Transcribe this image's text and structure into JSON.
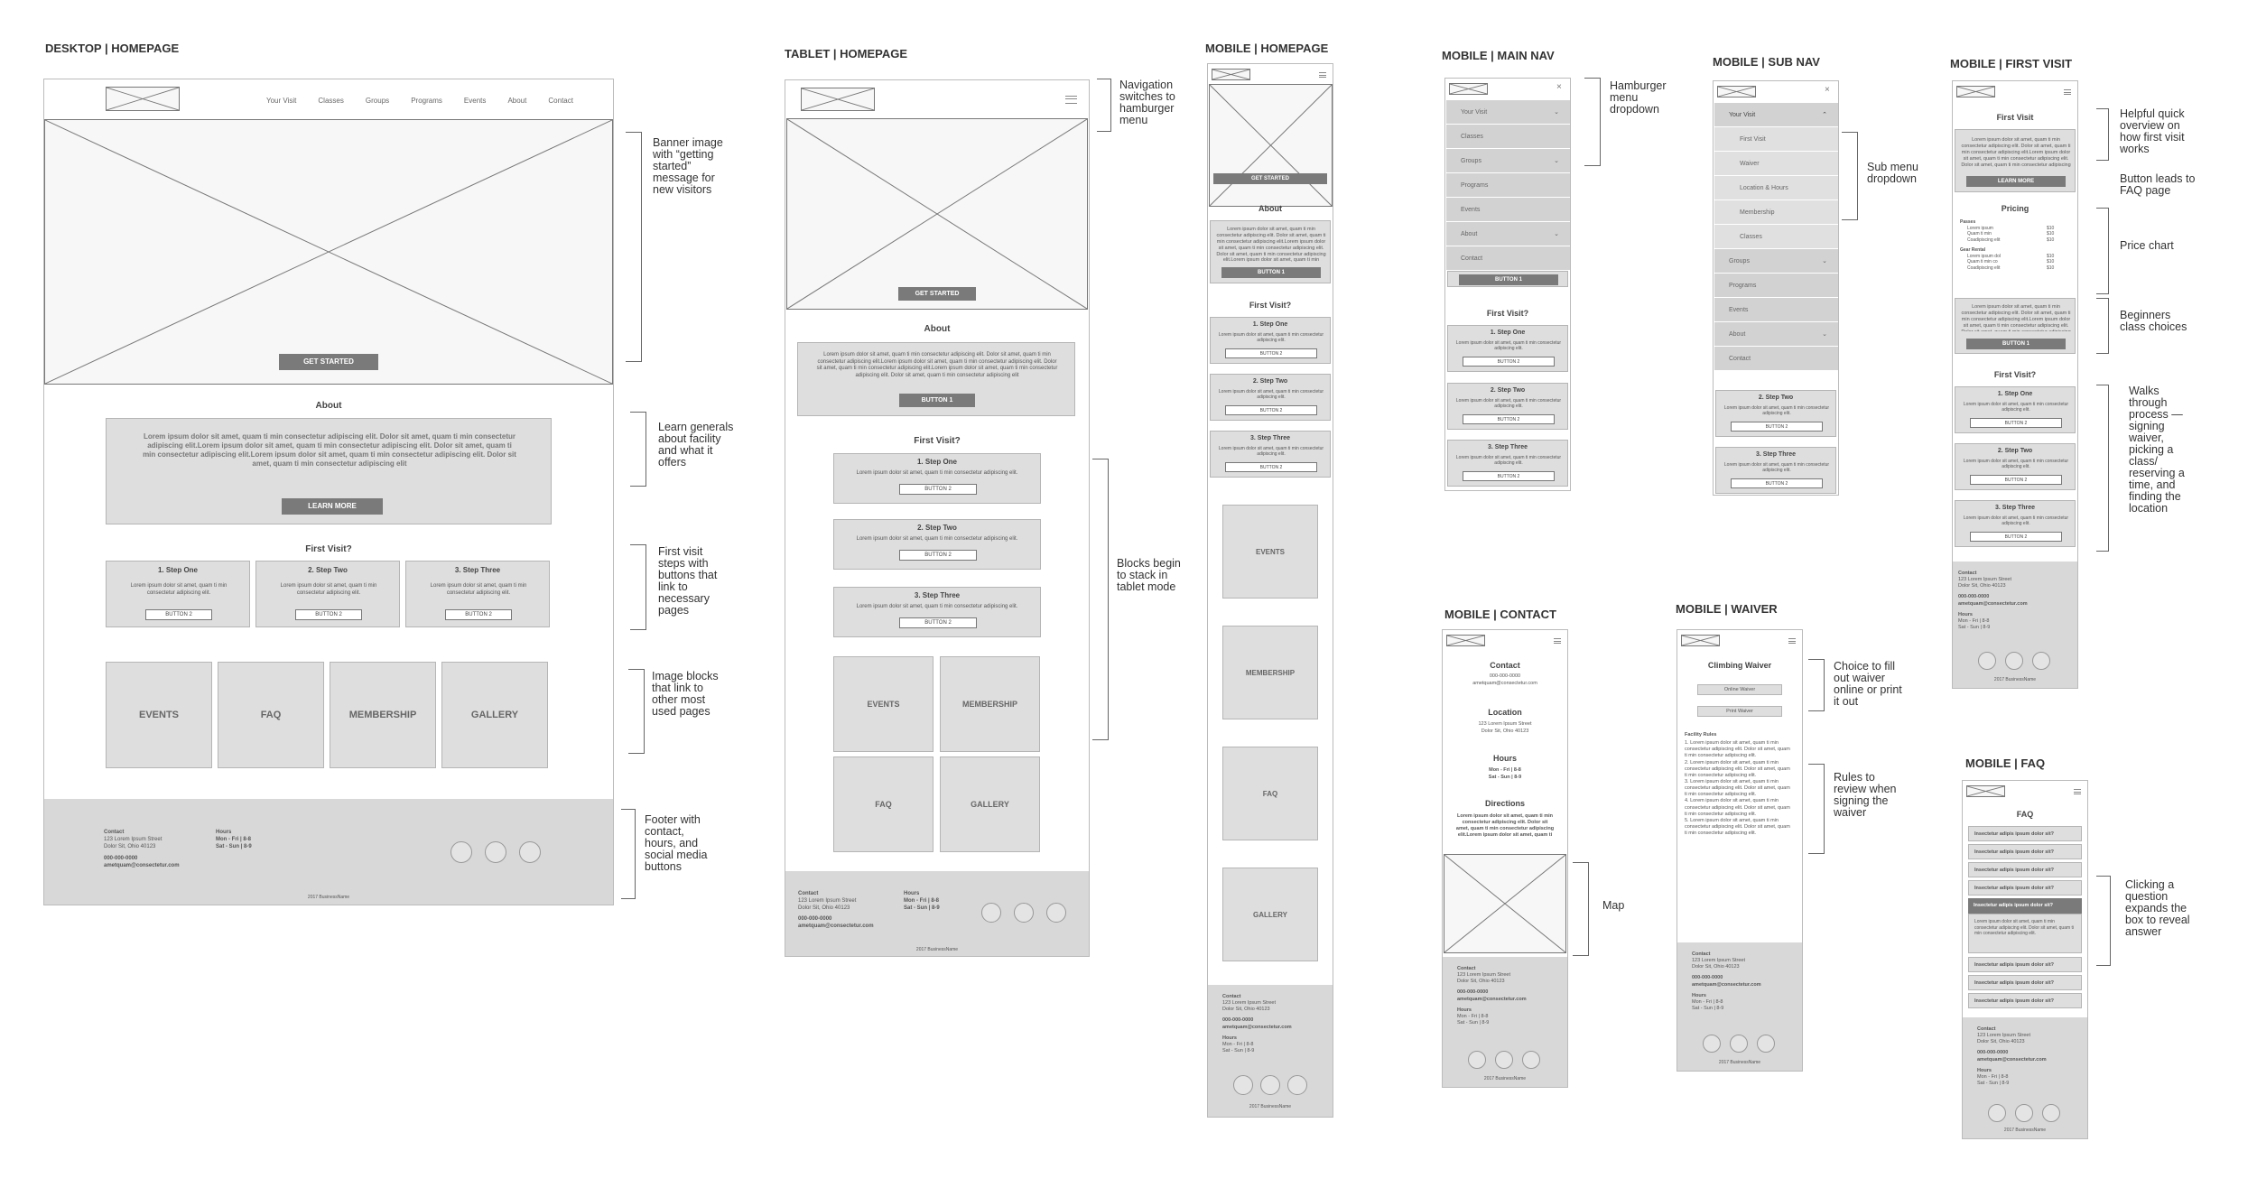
{
  "titles": {
    "desktop": "DESKTOP | HOMEPAGE",
    "tablet": "TABLET | HOMEPAGE",
    "mobile_home": "MOBILE | HOMEPAGE",
    "mobile_main_nav": "MOBILE | MAIN NAV",
    "mobile_sub_nav": "MOBILE | SUB NAV",
    "mobile_first_visit": "MOBILE | FIRST VISIT",
    "mobile_contact": "MOBILE | CONTACT",
    "mobile_waiver": "MOBILE | WAIVER",
    "mobile_faq": "MOBILE | FAQ"
  },
  "notes": {
    "banner": "Banner image with “getting started” message for new visitors",
    "about": "Learn generals about facility and what it offers",
    "first_visit": "First visit steps with buttons that link to necessary pages",
    "image_blocks": "Image blocks that link to other most used pages",
    "footer": "Footer with contact, hours, and social media buttons",
    "nav_switch": "Navigation switches to hamburger menu",
    "stack": "Blocks begin to stack in tablet mode",
    "hamburger": "Hamburger menu dropdown",
    "submenu": "Sub menu dropdown",
    "quick_overview": "Helpful quick overview on how first visit works",
    "faq_button": "Button leads to FAQ page",
    "price_chart": "Price chart",
    "beginners": "Beginners class choices",
    "walks": "Walks through process — signing waiver, picking a class/ reserving a time, and finding the location",
    "map": "Map",
    "waiver_choice": "Choice to fill out waiver online or print it out",
    "rules": "Rules to review when signing the waiver",
    "faq_expand": "Clicking a question expands the box to reveal answer"
  },
  "nav": [
    "Your Visit",
    "Classes",
    "Groups",
    "Programs",
    "Events",
    "About",
    "Contact"
  ],
  "sub_nav": [
    "First Visit",
    "Waiver",
    "Location & Hours",
    "Membership",
    "Classes"
  ],
  "common": {
    "get_started": "GET STARTED",
    "about": "About",
    "learn_more": "LEARN MORE",
    "button1": "BUTTON 1",
    "button2": "BUTTON 2",
    "first_visit_q": "First Visit?",
    "first_visit": "First Visit",
    "step1": "1. Step One",
    "step2": "2. Step Two",
    "step3": "3. Step Three",
    "step_text": "Lorem ipsum dolor sit amet, quam ti min consectetur adipiscing elit.",
    "about_text": "Lorem ipsum dolor sit amet, quam ti min consectetur adipiscing elit.  Dolor sit amet, quam ti min consectetur adipiscing elit.Lorem ipsum dolor sit amet, quam ti min consectetur adipiscing elit.  Dolor sit amet, quam ti min consectetur adipiscing elit.Lorem ipsum dolor sit amet, quam ti min consectetur adipiscing elit.  Dolor sit amet, quam ti min consectetur adipiscing elit",
    "events": "EVENTS",
    "faq": "FAQ",
    "membership": "MEMBERSHIP",
    "gallery": "GALLERY",
    "contact": "Contact",
    "address1": "123 Lorem Ipsum Street",
    "address2": "Dolor Sit, Ohio 40123",
    "phone": "000-000-0000",
    "email": "ametquam@consectetur.com",
    "hours": "Hours",
    "hours1": "Mon - Fri | 8-8",
    "hours2": "Sat - Sun | 8-9",
    "copyright": "2017 BusinessName"
  },
  "pricing": {
    "title": "Pricing",
    "passes": "Passes",
    "gear": "Gear Rental",
    "items": [
      "Lorem ipsum",
      "Quam ti min",
      "Coadipiscing elit"
    ],
    "gear_items": [
      "Lorem ipsum dol",
      "Quam ti min co",
      "Coadipiscing elit"
    ],
    "price": "$10"
  },
  "contact_page": {
    "contact": "Contact",
    "location": "Location",
    "hours": "Hours",
    "directions": "Directions"
  },
  "waiver": {
    "title": "Climbing Waiver",
    "online": "Online Waiver",
    "print": "Print Waiver",
    "rules_title": "Facility Rules",
    "rules": [
      "1. Lorem ipsum dolor sit amet, quam ti min consectetur adipiscing elit. Dolor sit amet, quam ti min consectetur adipiscing elit.",
      "2. Lorem ipsum dolor sit amet, quam ti min consectetur adipiscing elit. Dolor sit amet, quam ti min consectetur adipiscing elit.",
      "3. Lorem ipsum dolor sit amet, quam ti min consectetur adipiscing elit. Dolor sit amet, quam ti min consectetur adipiscing elit.",
      "4. Lorem ipsum dolor sit amet, quam ti min consectetur adipiscing elit. Dolor sit amet, quam ti min consectetur adipiscing elit.",
      "5. Lorem ipsum dolor sit amet, quam ti min consectetur adipiscing elit. Dolor sit amet, quam ti min consectetur adipiscing elit."
    ]
  },
  "faq_page": {
    "title": "FAQ",
    "question": "Insectetur adipis ipsum dolor sit?",
    "answer": "Lorem ipsum dolor sit amet, quam ti min consectetur adipiscing elit. Dolor sit amet, quam ti min consectetur adipiscing elit."
  }
}
